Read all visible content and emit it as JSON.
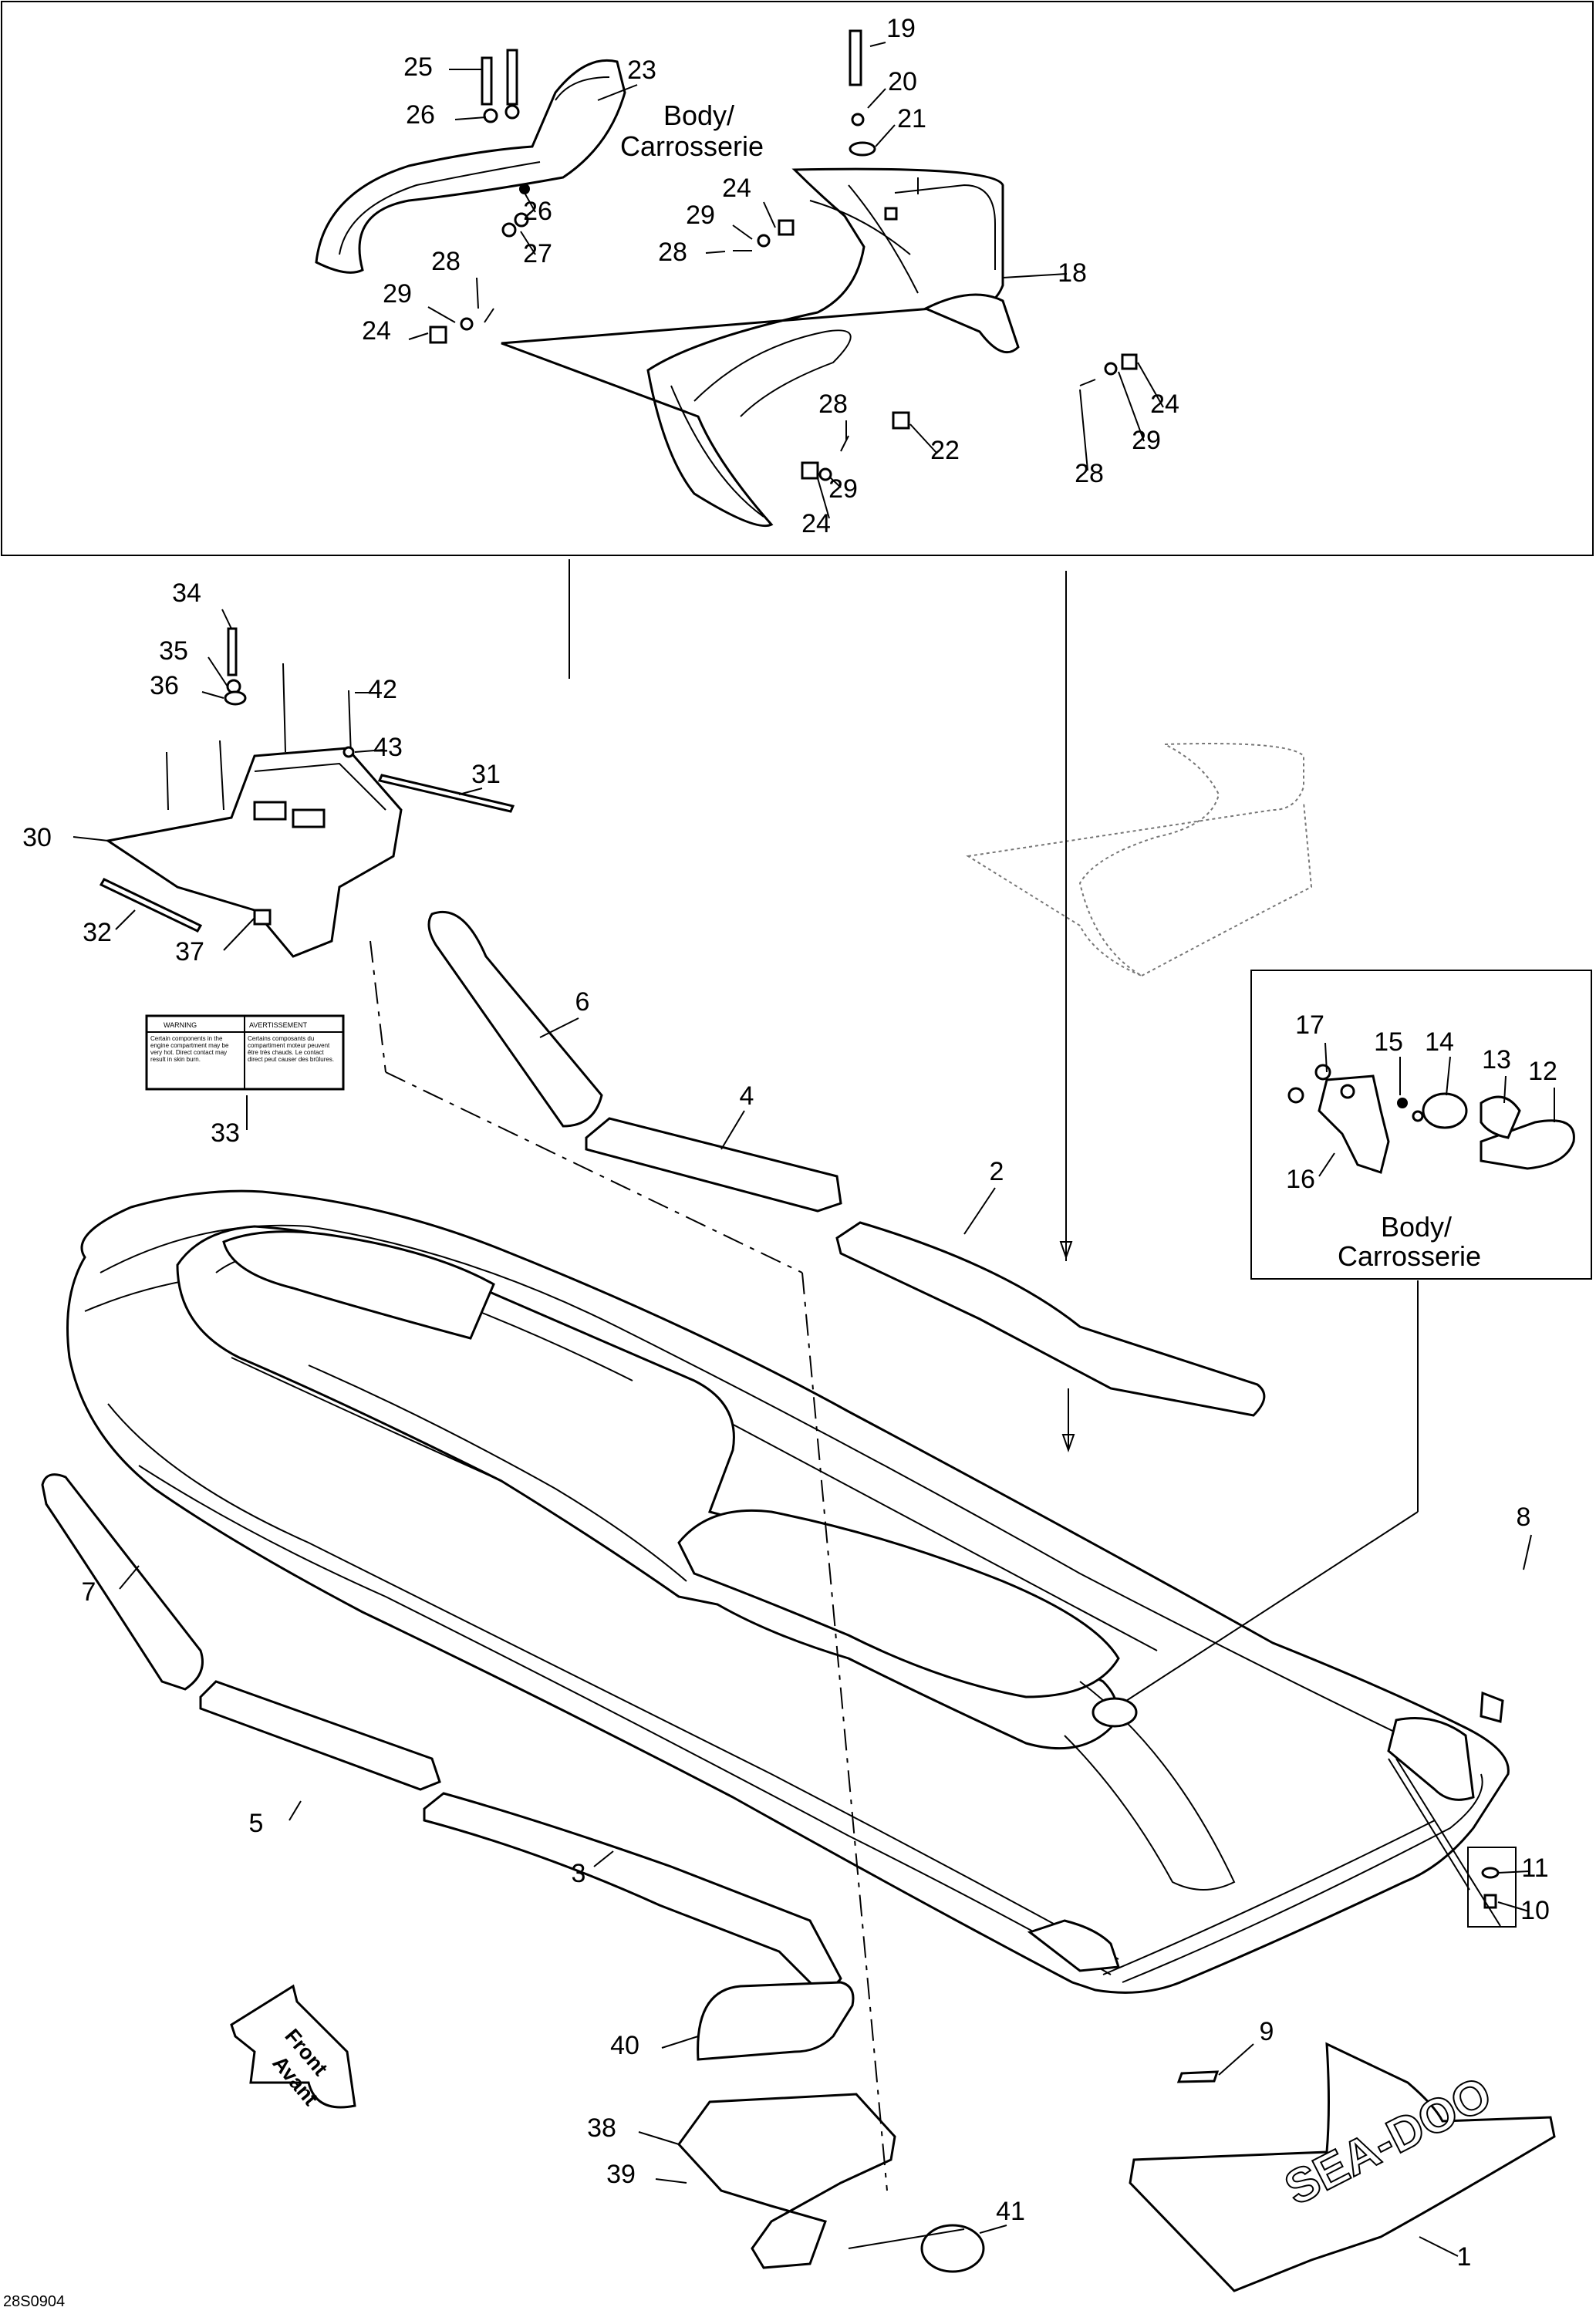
{
  "diagram": {
    "code": "28S0904",
    "body_label_line1": "Body/",
    "body_label_line2": "Carrosserie",
    "front_label_line1": "Front",
    "front_label_line2": "Avant",
    "brand_logo": "SEA-DOO",
    "warning_label": {
      "left_title": "WARNING",
      "right_title": "AVERTISSEMENT",
      "left_text": "Certain components in the engine compartment may be very hot. Direct contact may result in skin burn.",
      "right_text": "Certains composants du compartiment moteur peuvent être très chauds. Le contact direct peut causer des brûlures."
    },
    "part_numbers": [
      "1",
      "2",
      "3",
      "4",
      "5",
      "6",
      "7",
      "8",
      "9",
      "10",
      "11",
      "12",
      "13",
      "14",
      "15",
      "16",
      "17",
      "18",
      "19",
      "20",
      "21",
      "22",
      "23",
      "24",
      "25",
      "26",
      "27",
      "28",
      "29",
      "30",
      "31",
      "32",
      "33",
      "34",
      "35",
      "36",
      "37",
      "38",
      "39",
      "40",
      "41",
      "42",
      "43"
    ]
  }
}
